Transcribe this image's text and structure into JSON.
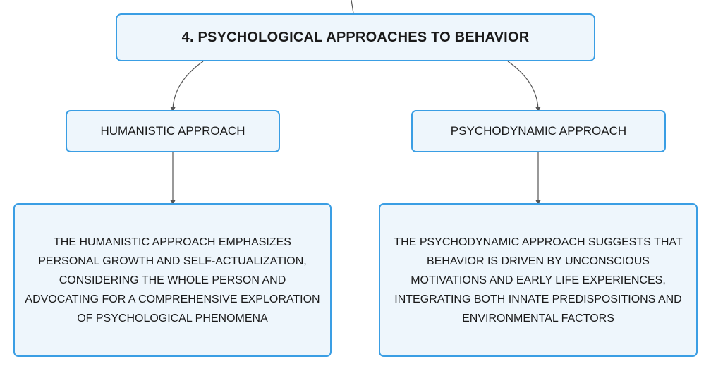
{
  "diagram": {
    "root": {
      "label": "4. PSYCHOLOGICAL APPROACHES TO BEHAVIOR"
    },
    "branches": [
      {
        "label": "HUMANISTIC APPROACH",
        "detail": "THE HUMANISTIC APPROACH EMPHASIZES PERSONAL GROWTH AND SELF-ACTUALIZATION, CONSIDERING THE WHOLE PERSON AND ADVOCATING FOR A COMPREHENSIVE EXPLORATION OF PSYCHOLOGICAL PHENOMENA"
      },
      {
        "label": "PSYCHODYNAMIC APPROACH",
        "detail": "THE PSYCHODYNAMIC APPROACH SUGGESTS THAT BEHAVIOR IS DRIVEN BY UNCONSCIOUS MOTIVATIONS AND EARLY LIFE EXPERIENCES, INTEGRATING BOTH INNATE PREDISPOSITIONS AND ENVIRONMENTAL FACTORS"
      }
    ],
    "colors": {
      "node_border": "#3a9ee4",
      "node_fill": "#eef6fc",
      "connector": "#555555",
      "text": "#1a1a1a"
    }
  }
}
